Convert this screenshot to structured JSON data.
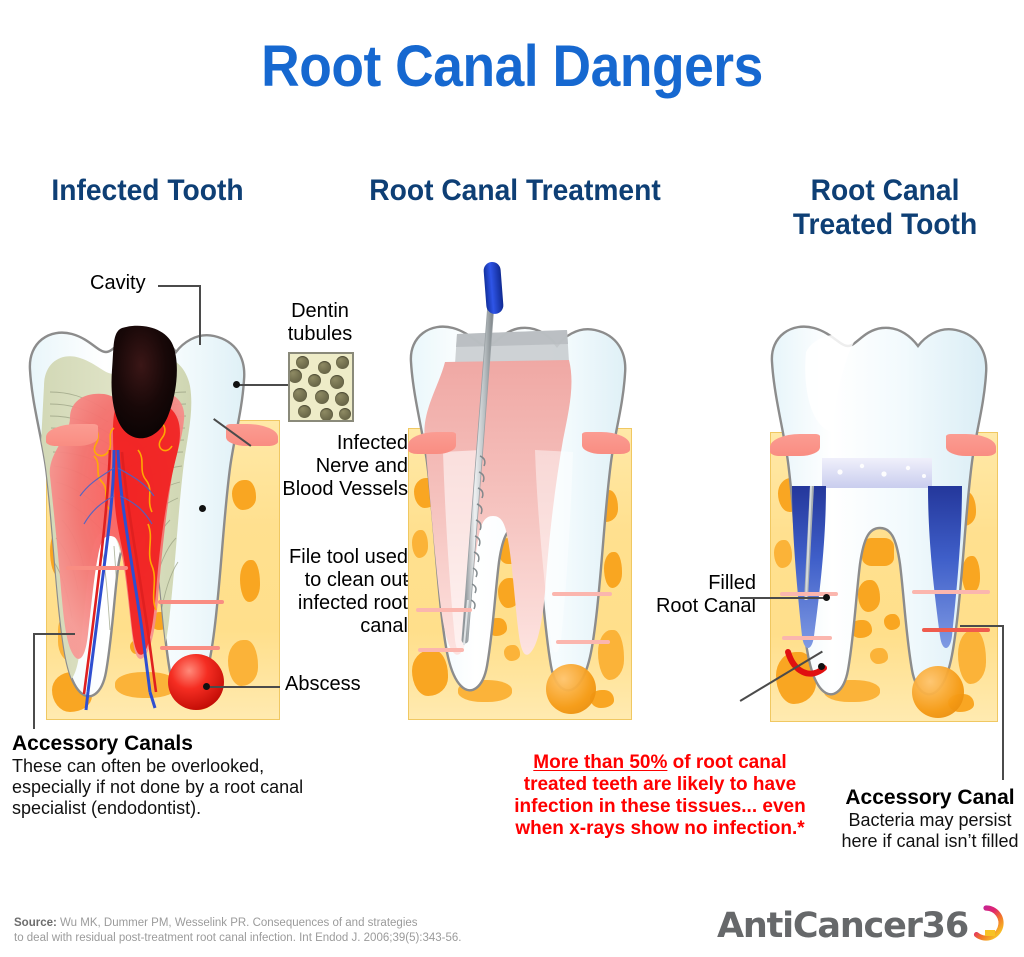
{
  "title": "Root Canal Dangers",
  "headings": {
    "infected": "Infected Tooth",
    "treatment": "Root Canal Treatment",
    "treated_line1": "Root Canal",
    "treated_line2": "Treated Tooth"
  },
  "labels": {
    "cavity": "Cavity",
    "dentin_line1": "Dentin",
    "dentin_line2": "tubules",
    "infected_nerve_line1": "Infected",
    "infected_nerve_line2": "Nerve and",
    "infected_nerve_line3": "Blood Vessels",
    "file_tool_line1": "File tool used",
    "file_tool_line2": "to clean out",
    "file_tool_line3": "infected root",
    "file_tool_line4": "canal",
    "abscess": "Abscess",
    "filled_line1": "Filled",
    "filled_line2": "Root Canal"
  },
  "notes": {
    "left_title": "Accessory Canals",
    "left_body_line1": "These can often be overlooked,",
    "left_body_line2": "especially if not done by a root canal",
    "left_body_line3": "specialist (endodontist).",
    "right_title": "Accessory Canal",
    "right_body_line1": "Bacteria may persist",
    "right_body_line2": "here if canal isn’t filled"
  },
  "warning": {
    "underlined": "More than 50%",
    "rest_line1": " of root canal",
    "line2": "treated teeth are likely to have",
    "line3": "infection in these tissues... even",
    "line4": "when x-rays show no infection.*"
  },
  "source": {
    "label": "Source:",
    "line1": " Wu MK, Dummer PM, Wesselink PR. Consequences of and strategies",
    "line2": "to deal with residual post-treatment root canal infection. Int Endod J. 2006;39(5):343-56."
  },
  "logo": {
    "text": "AntiCancer36",
    "mark": "circle-360-icon"
  },
  "colors": {
    "title_blue": "#1668d0",
    "heading_navy": "#0e3f75",
    "warning_red": "#ff0000",
    "bone_yellow": "#ffe08f",
    "spongy_orange": "#f9a21b",
    "gum_pink": "#f98d82",
    "enamel_white": "#f4fbfd",
    "dentin_green": "#d9ddc0",
    "pulp_pink": "#f4a0a0",
    "pulp_red": "#ef2b2b",
    "filling_blue": "#3b5fc0",
    "cavity_black": "#140a0a",
    "file_handle_blue": "#1a3fd4",
    "leader_gray": "#4b4b4b",
    "source_gray": "#9b9b9b",
    "logo_gray": "#66686a"
  }
}
